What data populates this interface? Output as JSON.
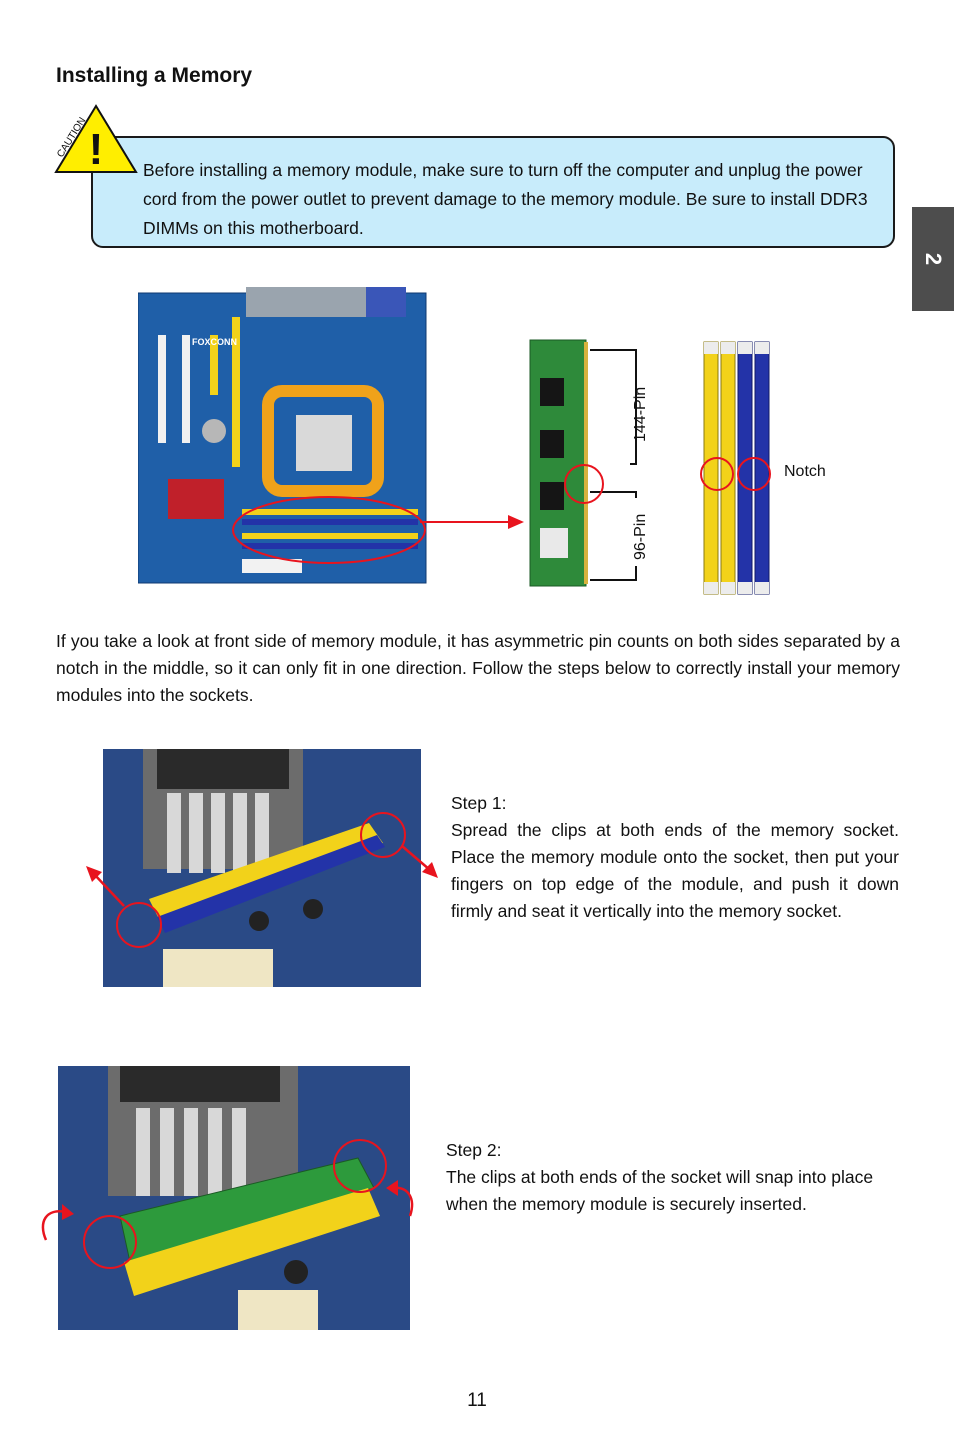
{
  "page": {
    "title": "Installing a Memory",
    "chapter_tab": "2",
    "page_number": "11"
  },
  "caution": {
    "label": "CAUTION",
    "text": "Before installing a memory module, make sure to turn off the computer and unplug the power cord from the power outlet to prevent damage to the memory module. Be sure to install DDR3 DIMMs on this motherboard."
  },
  "diagram": {
    "brand": "FOXCONN",
    "pin_144_label": "144-Pin",
    "pin_96_label": "96-Pin",
    "notch_label": "Notch"
  },
  "intro": "If you take a look at front side of memory module, it has asymmetric pin counts on both sides separated by a notch in the middle, so it can only fit in one direction. Follow the steps below to correctly install your memory modules into the sockets.",
  "steps": [
    {
      "heading": "Step 1:",
      "text": "Spread the clips at both ends of the memory socket. Place the memory module onto the socket, then put your fingers on top edge of the module, and push it down firmly and seat it vertically into the memory socket."
    },
    {
      "heading": "Step 2:",
      "text": "The clips at both ends of the socket will snap into place when the memory module is securely inserted."
    }
  ],
  "colors": {
    "caution_fill": "#c8ecfb",
    "warning_yellow": "#ffee00",
    "board_blue": "#1f5fa8",
    "dimm_yellow": "#f2d21a",
    "dimm_blue": "#2333a8",
    "highlight_red": "#e8141e"
  }
}
